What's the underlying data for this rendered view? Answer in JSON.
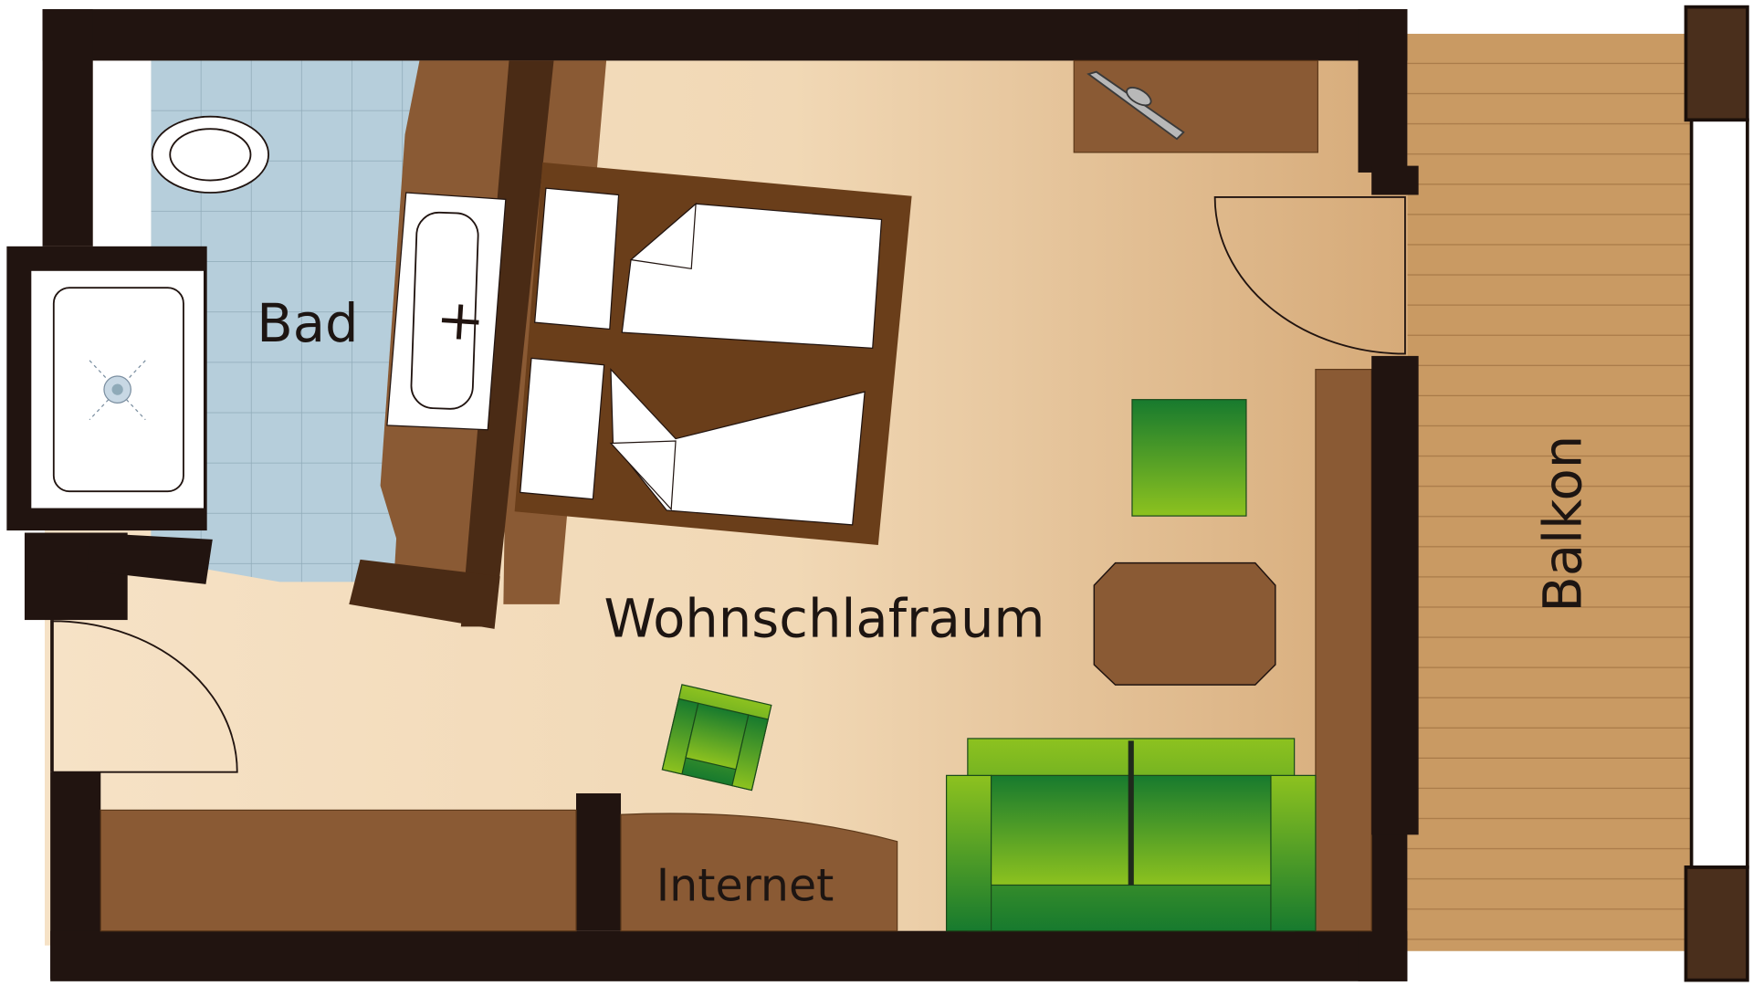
{
  "floorplan": {
    "rooms": {
      "bad": "Bad",
      "wohnschlafraum": "Wohnschlafraum",
      "balkon": "Balkon"
    },
    "furniture": {
      "internet_desk": "Internet"
    }
  },
  "colors": {
    "wall": "#211410",
    "floor_light": "#f6e2c6",
    "floor_dark": "#d6aa78",
    "bathroom_tile": "#b6cedb",
    "tile_grid": "#8faab8",
    "wood": "#8a5a34",
    "wood_dark": "#5e3a1b",
    "bed_frame": "#6a3e1a",
    "upholstery_dark": "#177a2e",
    "upholstery_light": "#8dc21f",
    "balcony_deck": "#c99a63",
    "balcony_line": "#a87a48"
  }
}
